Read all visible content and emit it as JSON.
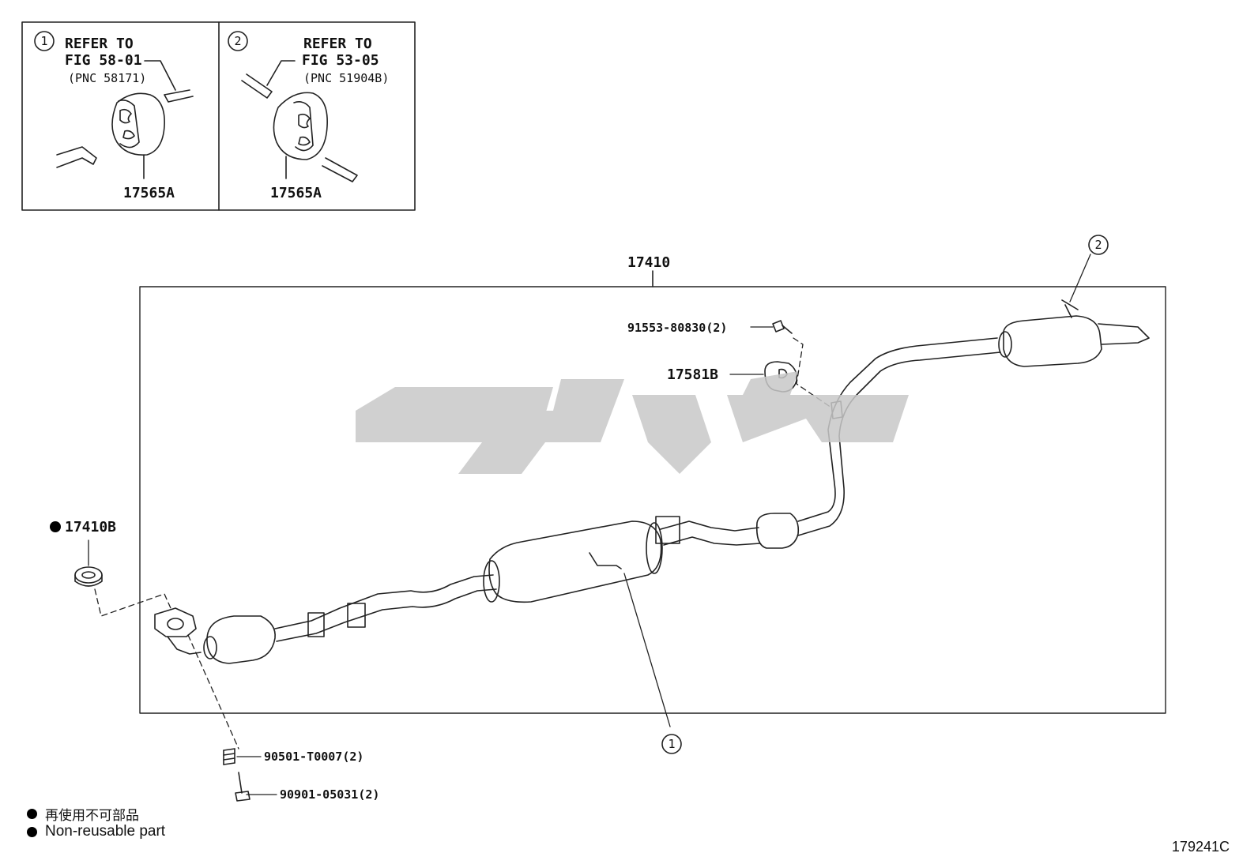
{
  "inset_left": {
    "ref_no": "1",
    "refer_line1": "REFER TO",
    "refer_line2": "FIG 58-01",
    "pnc": "(PNC 58171)",
    "part": "17565A"
  },
  "inset_right": {
    "ref_no": "2",
    "refer_line1": "REFER TO",
    "refer_line2": "FIG 53-05",
    "pnc": "(PNC 51904B)",
    "part": "17565A"
  },
  "assembly_label": "17410",
  "callouts": {
    "ref2": "2",
    "ref1": "1",
    "bolt": "91553-80830(2)",
    "bracket": "17581B",
    "gasket": "17410B",
    "spring": "90501-T0007(2)",
    "stud_bolt": "90901-05031(2)"
  },
  "legend": {
    "jp": "再使用不可部品",
    "en": "Non-reusable part"
  },
  "figure_number": "179241C",
  "watermark_color": "#c8c8c8"
}
